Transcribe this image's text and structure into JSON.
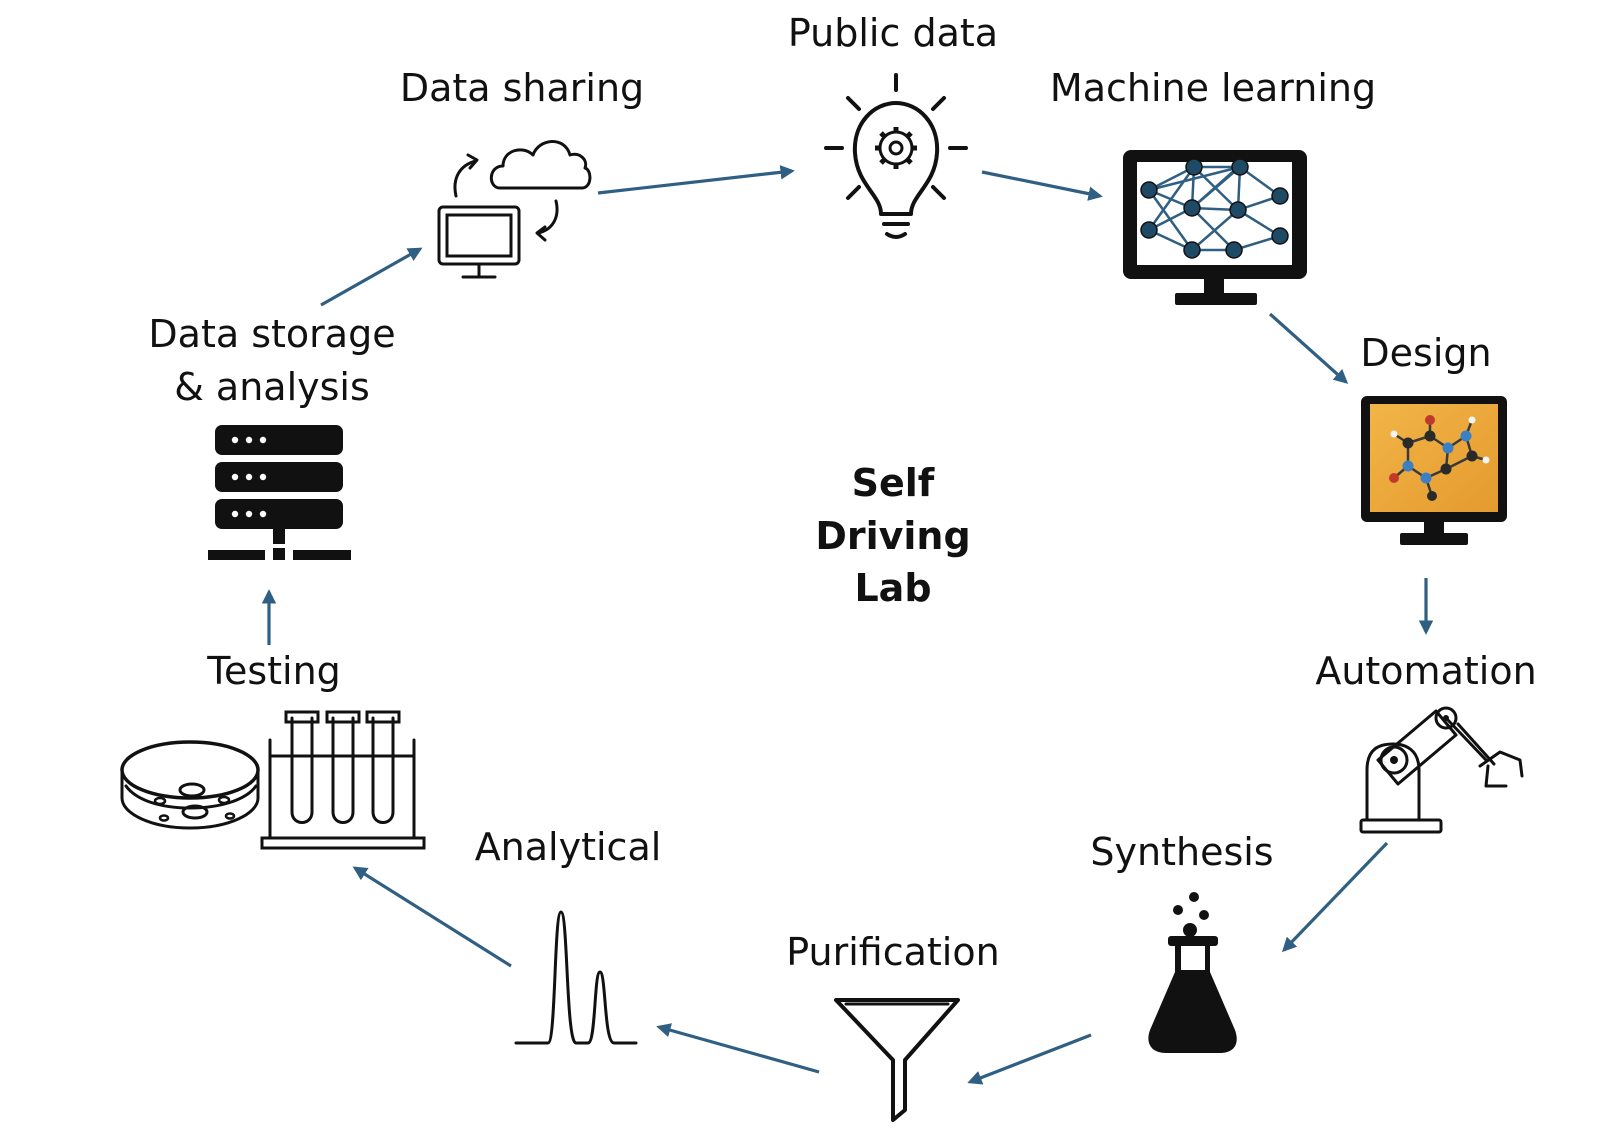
{
  "center": {
    "line1": "Self",
    "line2": "Driving",
    "line3": "Lab"
  },
  "stages": {
    "public_data": "Public data",
    "machine_learning": "Machine learning",
    "design": "Design",
    "automation": "Automation",
    "synthesis": "Synthesis",
    "purification": "Purification",
    "analytical": "Analytical",
    "testing": "Testing",
    "data_storage_line1": "Data storage",
    "data_storage_line2": "& analysis",
    "data_sharing": "Data sharing"
  },
  "icons": {
    "public_data": "lightbulb-gear-icon",
    "machine_learning": "neural-network-monitor-icon",
    "design": "molecule-monitor-icon",
    "automation": "robot-arm-icon",
    "synthesis": "flask-icon",
    "purification": "funnel-icon",
    "analytical": "chromatogram-peaks-icon",
    "testing": "petri-dish-test-tubes-icon",
    "data_storage": "server-rack-icon",
    "data_sharing": "cloud-computer-sync-icon"
  },
  "colors": {
    "arrow": "#2f5f82",
    "icon": "#111111",
    "design_background": "#eba43a"
  }
}
